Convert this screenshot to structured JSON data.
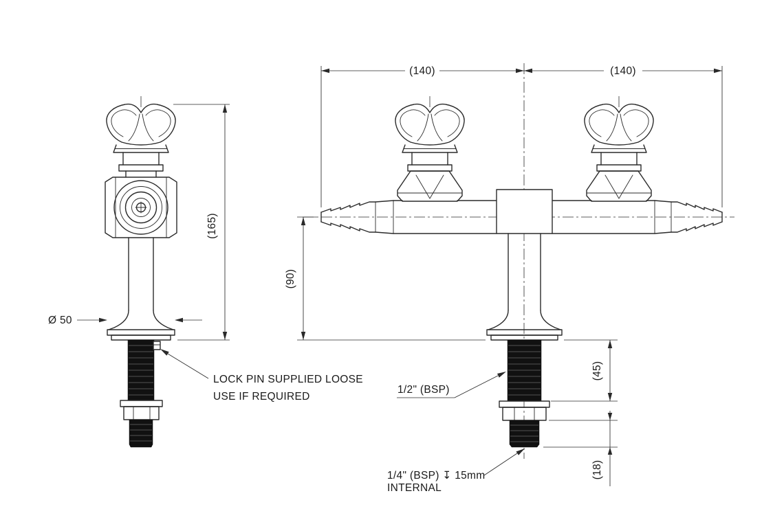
{
  "drawing": {
    "colors": {
      "background": "#ffffff",
      "line": "#2a2a2a",
      "thread_fill": "#111111"
    },
    "dimensions": {
      "span_left": "(140)",
      "span_right": "(140)",
      "overall_height": "(165)",
      "outlet_height": "(90)",
      "upper_thread_length": "(45)",
      "lower_thread_length": "(18)",
      "flange_diameter": "Ø 50"
    },
    "annotations": {
      "lock_pin_line1": "LOCK PIN SUPPLIED LOOSE",
      "lock_pin_line2": "USE IF REQUIRED",
      "upper_thread_spec": "1/2\" (BSP)",
      "lower_thread_spec": "1/4\" (BSP) ↧ 15mm",
      "lower_thread_spec_line2": "INTERNAL"
    }
  }
}
